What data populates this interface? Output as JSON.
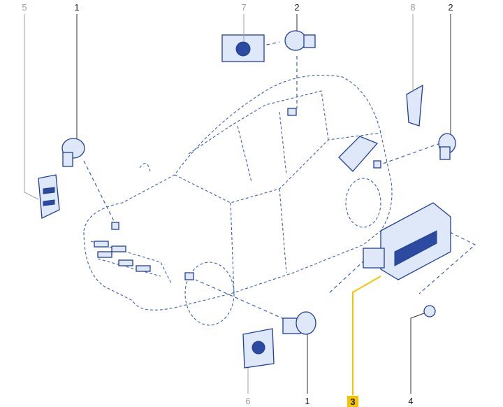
{
  "callouts": {
    "c5": "5",
    "c1_top": "1",
    "c7": "7",
    "c2_mid": "2",
    "c8": "8",
    "c2_right": "2",
    "c6": "6",
    "c1_bottom": "1",
    "c3": "3",
    "c4": "4"
  },
  "colors": {
    "line_art": "#1f3f9a",
    "highlight": "#f5c400",
    "inactive_callout": "#9aa0a8"
  }
}
